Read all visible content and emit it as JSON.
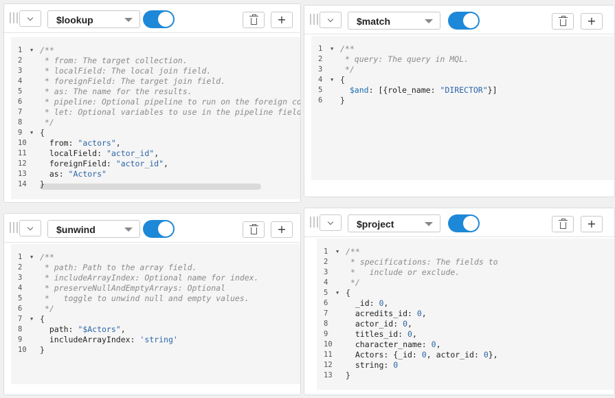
{
  "stages": [
    {
      "id": "lookup",
      "operator": "$lookup",
      "enabled": true,
      "lines": [
        {
          "n": "1",
          "fold": true,
          "parts": [
            {
              "t": "/**",
              "c": "comment"
            }
          ]
        },
        {
          "n": "2",
          "parts": [
            {
              "t": " * from: The target collection.",
              "c": "comment"
            }
          ]
        },
        {
          "n": "3",
          "parts": [
            {
              "t": " * localField: The local join field.",
              "c": "comment"
            }
          ]
        },
        {
          "n": "4",
          "parts": [
            {
              "t": " * foreignField: The target join field.",
              "c": "comment"
            }
          ]
        },
        {
          "n": "5",
          "parts": [
            {
              "t": " * as: The name for the results.",
              "c": "comment"
            }
          ]
        },
        {
          "n": "6",
          "parts": [
            {
              "t": " * pipeline: Optional pipeline to run on the foreign co",
              "c": "comment"
            }
          ]
        },
        {
          "n": "7",
          "parts": [
            {
              "t": " * let: Optional variables to use in the pipeline field",
              "c": "comment"
            }
          ]
        },
        {
          "n": "8",
          "parts": [
            {
              "t": " */",
              "c": "comment"
            }
          ]
        },
        {
          "n": "9",
          "fold": true,
          "parts": [
            {
              "t": "{",
              "c": "brace"
            }
          ]
        },
        {
          "n": "10",
          "parts": [
            {
              "t": "  from: ",
              "c": "key"
            },
            {
              "t": "\"actors\"",
              "c": "string"
            },
            {
              "t": ",",
              "c": "key"
            }
          ]
        },
        {
          "n": "11",
          "parts": [
            {
              "t": "  localField: ",
              "c": "key"
            },
            {
              "t": "\"actor_id\"",
              "c": "string"
            },
            {
              "t": ",",
              "c": "key"
            }
          ]
        },
        {
          "n": "12",
          "parts": [
            {
              "t": "  foreignField: ",
              "c": "key"
            },
            {
              "t": "\"actor_id\"",
              "c": "string"
            },
            {
              "t": ",",
              "c": "key"
            }
          ]
        },
        {
          "n": "13",
          "parts": [
            {
              "t": "  as: ",
              "c": "key"
            },
            {
              "t": "\"Actors\"",
              "c": "string"
            }
          ]
        },
        {
          "n": "14",
          "parts": [
            {
              "t": "}",
              "c": "brace"
            }
          ]
        }
      ]
    },
    {
      "id": "match",
      "operator": "$match",
      "enabled": true,
      "lines": [
        {
          "n": "1",
          "fold": true,
          "parts": [
            {
              "t": "/**",
              "c": "comment"
            }
          ]
        },
        {
          "n": "2",
          "parts": [
            {
              "t": " * query: The query in MQL.",
              "c": "comment"
            }
          ]
        },
        {
          "n": "3",
          "parts": [
            {
              "t": " */",
              "c": "comment"
            }
          ]
        },
        {
          "n": "4",
          "fold": true,
          "parts": [
            {
              "t": "{",
              "c": "brace"
            }
          ]
        },
        {
          "n": "5",
          "parts": [
            {
              "t": "  ",
              "c": "key"
            },
            {
              "t": "$and",
              "c": "op"
            },
            {
              "t": ": [{role_name: ",
              "c": "key"
            },
            {
              "t": "\"DIRECTOR\"",
              "c": "string"
            },
            {
              "t": "}]",
              "c": "key"
            }
          ]
        },
        {
          "n": "6",
          "parts": [
            {
              "t": "}",
              "c": "brace"
            }
          ]
        }
      ]
    },
    {
      "id": "unwind",
      "operator": "$unwind",
      "enabled": true,
      "lines": [
        {
          "n": "1",
          "fold": true,
          "parts": [
            {
              "t": "/**",
              "c": "comment"
            }
          ]
        },
        {
          "n": "2",
          "parts": [
            {
              "t": " * path: Path to the array field.",
              "c": "comment"
            }
          ]
        },
        {
          "n": "3",
          "parts": [
            {
              "t": " * includeArrayIndex: Optional name for index.",
              "c": "comment"
            }
          ]
        },
        {
          "n": "4",
          "parts": [
            {
              "t": " * preserveNullAndEmptyArrays: Optional",
              "c": "comment"
            }
          ]
        },
        {
          "n": "5",
          "parts": [
            {
              "t": " *   toggle to unwind null and empty values.",
              "c": "comment"
            }
          ]
        },
        {
          "n": "6",
          "parts": [
            {
              "t": " */",
              "c": "comment"
            }
          ]
        },
        {
          "n": "7",
          "fold": true,
          "parts": [
            {
              "t": "{",
              "c": "brace"
            }
          ]
        },
        {
          "n": "8",
          "parts": [
            {
              "t": "  path: ",
              "c": "key"
            },
            {
              "t": "\"$Actors\"",
              "c": "string"
            },
            {
              "t": ",",
              "c": "key"
            }
          ]
        },
        {
          "n": "9",
          "parts": [
            {
              "t": "  includeArrayIndex: ",
              "c": "key"
            },
            {
              "t": "'string'",
              "c": "string"
            }
          ]
        },
        {
          "n": "10",
          "parts": [
            {
              "t": "}",
              "c": "brace"
            }
          ]
        }
      ]
    },
    {
      "id": "project",
      "operator": "$project",
      "enabled": true,
      "lines": [
        {
          "n": "1",
          "fold": true,
          "parts": [
            {
              "t": "/**",
              "c": "comment"
            }
          ]
        },
        {
          "n": "2",
          "parts": [
            {
              "t": " * specifications: The fields to",
              "c": "comment"
            }
          ]
        },
        {
          "n": "3",
          "parts": [
            {
              "t": " *   include or exclude.",
              "c": "comment"
            }
          ]
        },
        {
          "n": "4",
          "parts": [
            {
              "t": " */",
              "c": "comment"
            }
          ]
        },
        {
          "n": "5",
          "fold": true,
          "parts": [
            {
              "t": "{",
              "c": "brace"
            }
          ]
        },
        {
          "n": "6",
          "parts": [
            {
              "t": "  _id: ",
              "c": "key"
            },
            {
              "t": "0",
              "c": "number"
            },
            {
              "t": ",",
              "c": "key"
            }
          ]
        },
        {
          "n": "7",
          "parts": [
            {
              "t": "  acredits_id: ",
              "c": "key"
            },
            {
              "t": "0",
              "c": "number"
            },
            {
              "t": ",",
              "c": "key"
            }
          ]
        },
        {
          "n": "8",
          "parts": [
            {
              "t": "  actor_id: ",
              "c": "key"
            },
            {
              "t": "0",
              "c": "number"
            },
            {
              "t": ",",
              "c": "key"
            }
          ]
        },
        {
          "n": "9",
          "parts": [
            {
              "t": "  titles_id: ",
              "c": "key"
            },
            {
              "t": "0",
              "c": "number"
            },
            {
              "t": ",",
              "c": "key"
            }
          ]
        },
        {
          "n": "10",
          "parts": [
            {
              "t": "  character_name: ",
              "c": "key"
            },
            {
              "t": "0",
              "c": "number"
            },
            {
              "t": ",",
              "c": "key"
            }
          ]
        },
        {
          "n": "11",
          "parts": [
            {
              "t": "  Actors: {_id: ",
              "c": "key"
            },
            {
              "t": "0",
              "c": "number"
            },
            {
              "t": ", actor_id: ",
              "c": "key"
            },
            {
              "t": "0",
              "c": "number"
            },
            {
              "t": "},",
              "c": "key"
            }
          ]
        },
        {
          "n": "12",
          "parts": [
            {
              "t": "  string: ",
              "c": "key"
            },
            {
              "t": "0",
              "c": "number"
            }
          ]
        },
        {
          "n": "13",
          "parts": [
            {
              "t": "}",
              "c": "brace"
            }
          ]
        }
      ]
    }
  ]
}
